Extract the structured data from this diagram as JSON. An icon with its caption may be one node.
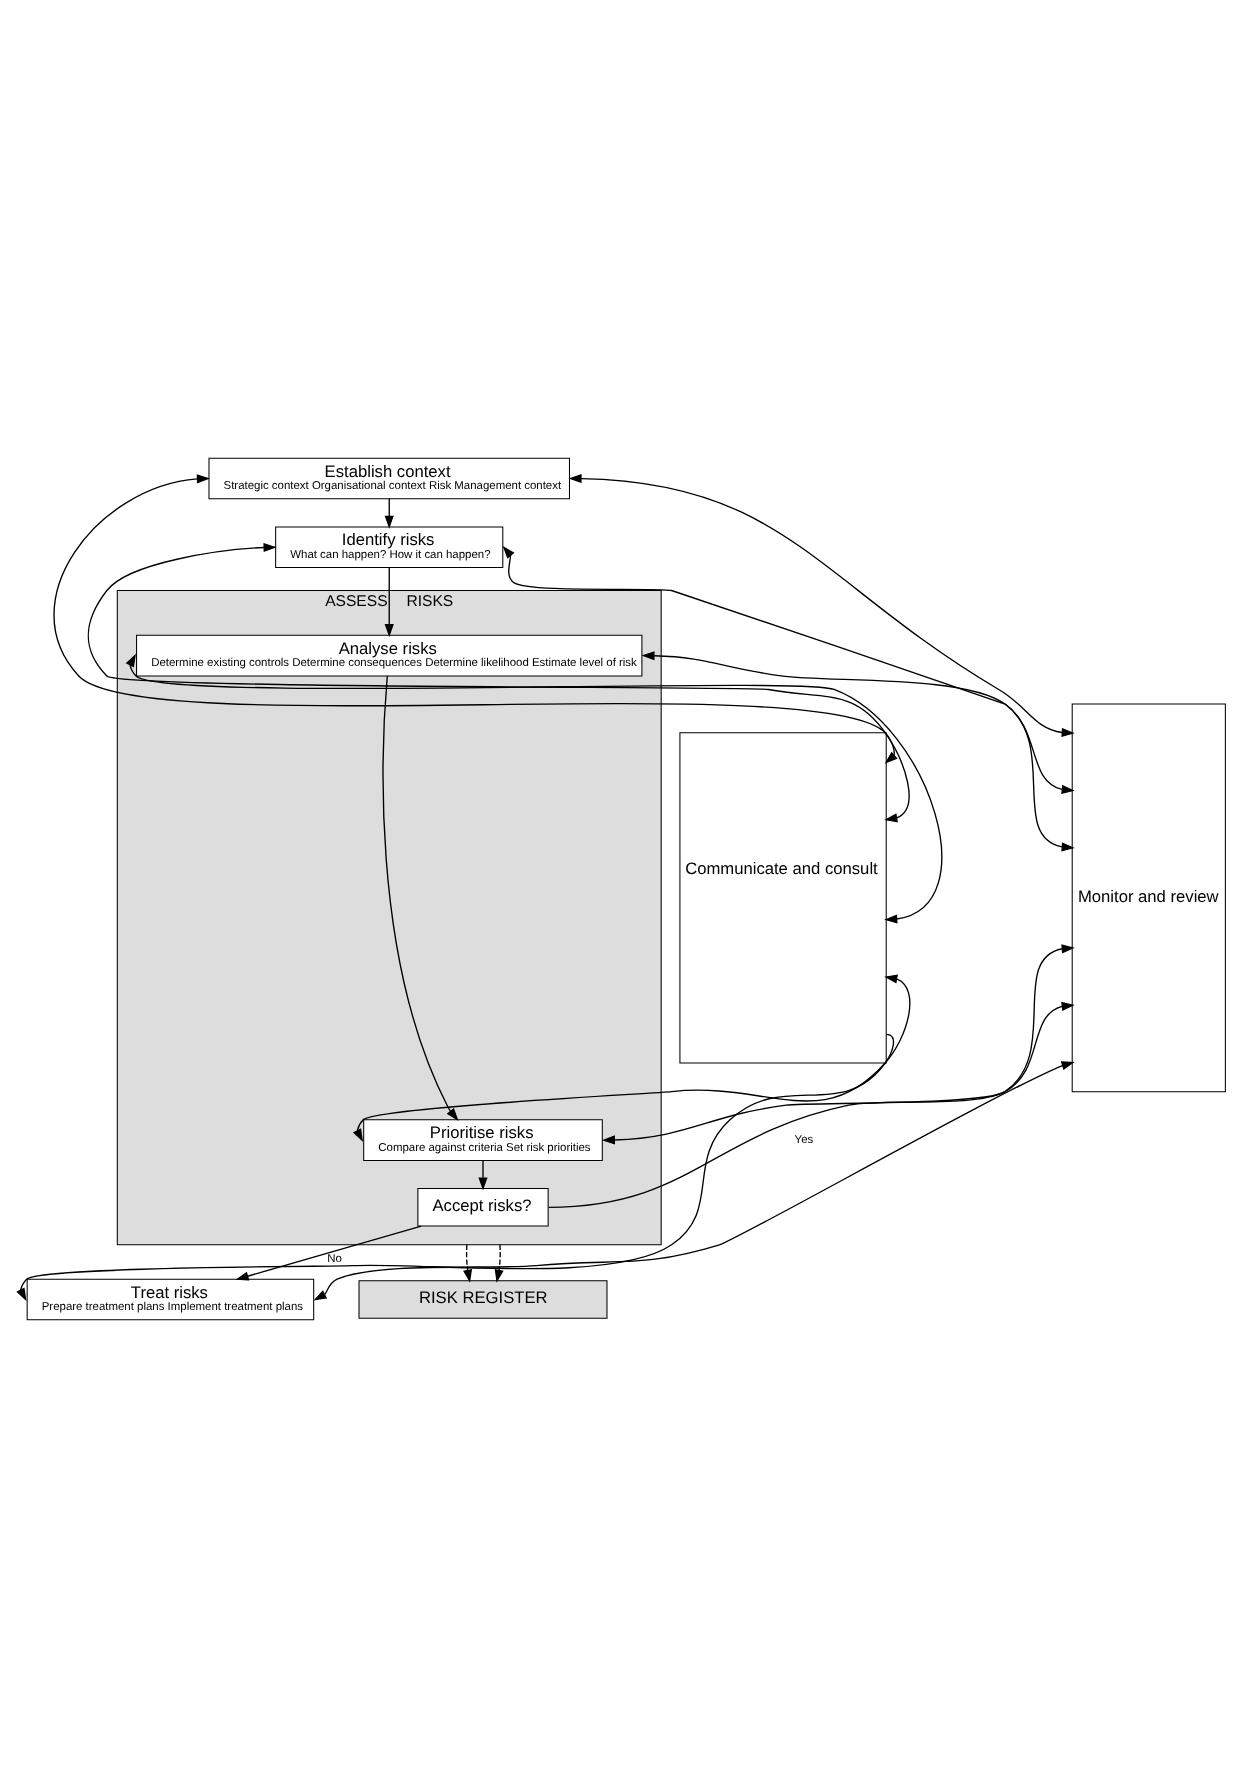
{
  "diagram": {
    "nodes": [
      {
        "text": [
          "Communicate and consult"
        ]
      },
      {
        "text": [
          "Establish context",
          "Strategic context Organisational context Risk Management context"
        ]
      },
      {
        "text": [
          "Identify risks",
          "What can happen? How it can happen?"
        ]
      },
      {
        "text": [
          "ASSESS",
          "RISKS"
        ]
      },
      {
        "text": [
          "Analyse risks",
          "Determine existing controls Determine consequences Determine likelihood Estimate level of risk"
        ],
        "in": 3
      },
      {
        "text": [
          "Prioritise risks",
          "Compare against criteria Set risk priorities"
        ],
        "in": 3
      },
      {
        "text": [
          "Accept risks?"
        ],
        "in": 3
      },
      {
        "text": [
          "Treat risks",
          "Prepare treatment plans Implement treatment plans"
        ]
      },
      {
        "text": [
          "RISK REGISTER"
        ]
      },
      {
        "text": [
          "Monitor and review"
        ]
      }
    ],
    "edges": [
      {
        "from": 0,
        "to": 1,
        "arrow": "both"
      },
      {
        "from": 1,
        "to": 9,
        "arrow": "both"
      },
      {
        "from": 1,
        "to": 2,
        "arrow": "to"
      },
      {
        "from": 0,
        "to": 2,
        "arrow": "both"
      },
      {
        "from": 2,
        "to": 9,
        "arrow": "both"
      },
      {
        "from": 2,
        "to": 4,
        "arrow": "to"
      },
      {
        "from": 0,
        "to": 4,
        "arrow": "both"
      },
      {
        "from": 4,
        "to": 9,
        "arrow": "both"
      },
      {
        "from": 4,
        "to": 5,
        "arrow": "to"
      },
      {
        "from": 0,
        "to": 5,
        "arrow": "both"
      },
      {
        "from": 5,
        "to": 9,
        "arrow": "both"
      },
      {
        "from": 5,
        "to": 6,
        "arrow": "to"
      },
      {
        "from": 6,
        "to": 9,
        "label": "Yes",
        "arrow": "to"
      },
      {
        "from": 6,
        "to": 7,
        "label": "No",
        "arrow": "to"
      },
      {
        "from": 0,
        "to": 7,
        "arrow": "to"
      },
      {
        "from": 7,
        "to": 9,
        "arrow": "both"
      },
      {
        "from": 3,
        "to": 8,
        "arrow": "to",
        "style": "dashed"
      },
      {
        "from": 3,
        "to": 8,
        "arrow": "to",
        "style": "dashed"
      }
    ]
  }
}
